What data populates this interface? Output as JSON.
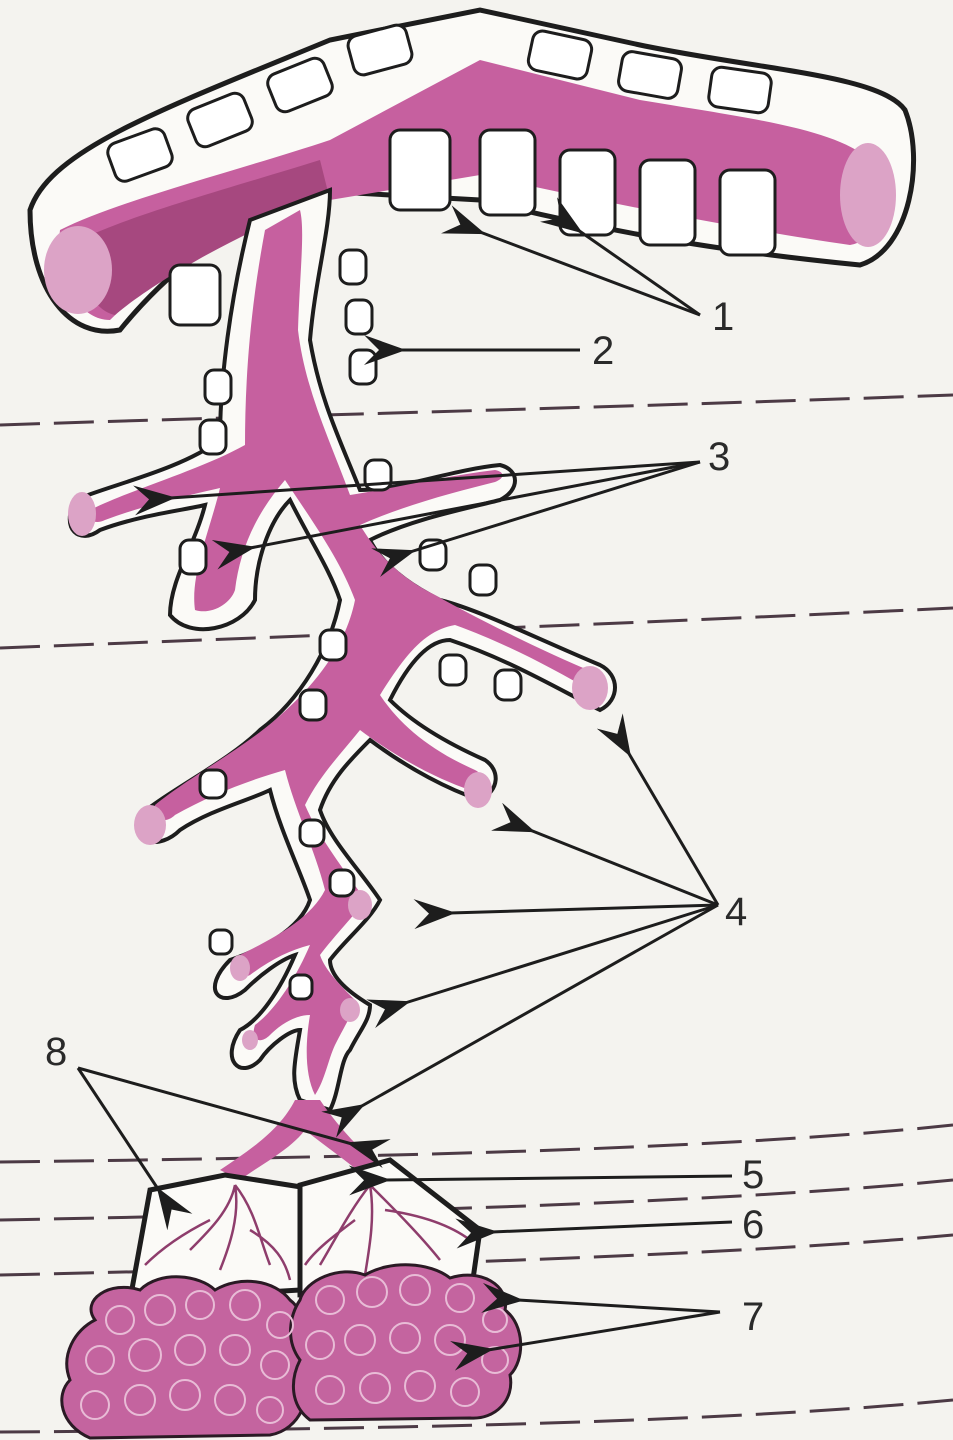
{
  "figure": {
    "colors": {
      "background": "#f4f3ef",
      "mucosa": "#c6609f",
      "mucosa_dark": "#a6487f",
      "outline": "#1d1d1d",
      "dashed_lines": "#4c3a45"
    },
    "labels": [
      {
        "id": "1",
        "text": "1"
      },
      {
        "id": "2",
        "text": "2"
      },
      {
        "id": "3",
        "text": "3"
      },
      {
        "id": "4",
        "text": "4"
      },
      {
        "id": "5",
        "text": "5"
      },
      {
        "id": "6",
        "text": "6"
      },
      {
        "id": "7",
        "text": "7"
      },
      {
        "id": "8",
        "text": "8"
      }
    ]
  }
}
